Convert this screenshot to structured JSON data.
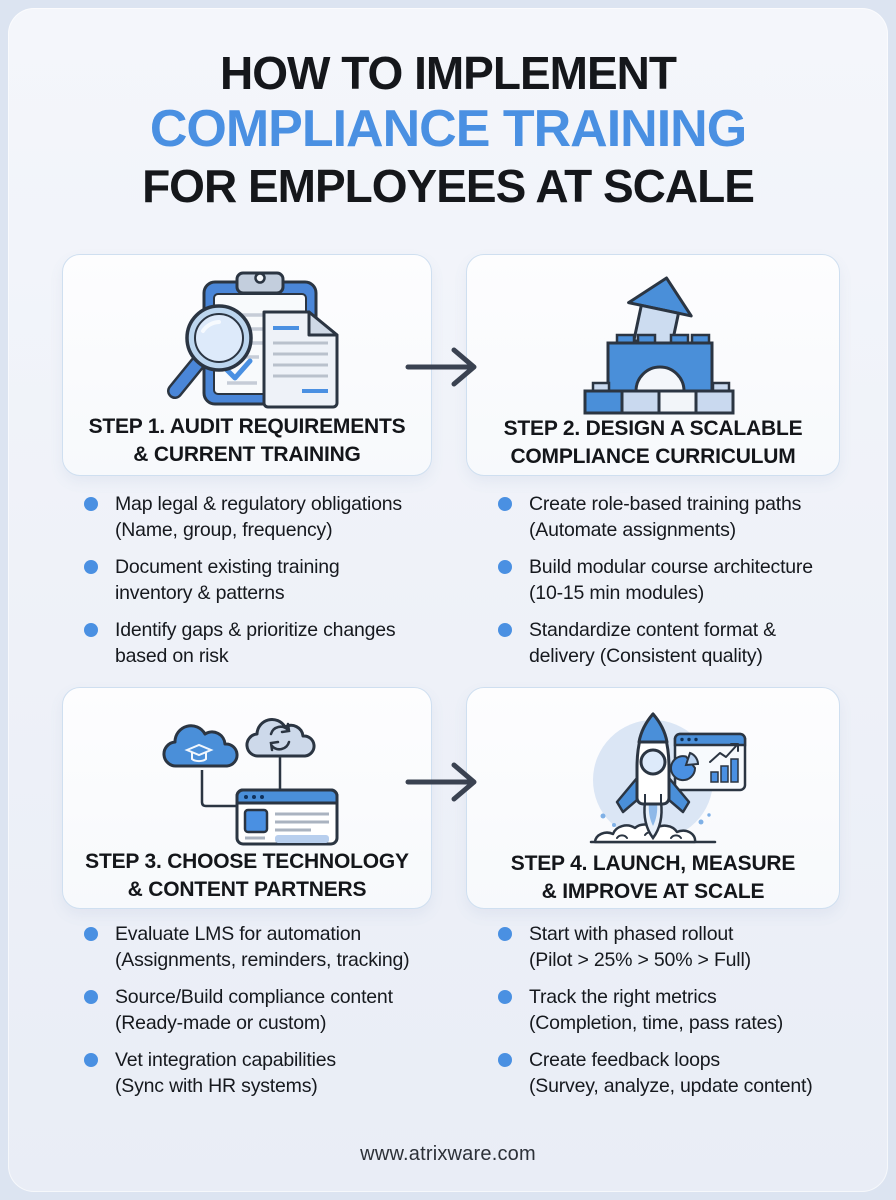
{
  "page": {
    "title_line1": "HOW TO IMPLEMENT",
    "title_line2": "COMPLIANCE TRAINING",
    "title_line3": "FOR EMPLOYEES AT SCALE",
    "footer": "www.atrixware.com"
  },
  "colors": {
    "accent_blue": "#4a90e2",
    "light_blue_fill": "#c9d9ef",
    "outline_dark": "#2b3542",
    "arrow": "#3a4251",
    "title_dark": "#15171b"
  },
  "steps": [
    {
      "icon": "audit-magnifier-clipboard-icon",
      "title_line1": "STEP 1. AUDIT REQUIREMENTS",
      "title_line2": "& CURRENT TRAINING",
      "bullets": [
        {
          "line1": "Map legal & regulatory obligations",
          "line2": "(Name, group, frequency)"
        },
        {
          "line1": "Document existing training",
          "line2": "inventory & patterns"
        },
        {
          "line1": "Identify gaps & prioritize changes",
          "line2": "based on risk"
        }
      ]
    },
    {
      "icon": "building-blocks-icon",
      "title_line1": "STEP 2. DESIGN A SCALABLE",
      "title_line2": "COMPLIANCE CURRICULUM",
      "bullets": [
        {
          "line1": "Create role-based training paths",
          "line2": "(Automate assignments)"
        },
        {
          "line1": "Build modular course architecture",
          "line2": "(10-15 min modules)"
        },
        {
          "line1": "Standardize content format &",
          "line2": "delivery (Consistent quality)"
        }
      ]
    },
    {
      "icon": "cloud-sync-browser-icon",
      "title_line1": "STEP 3. CHOOSE TECHNOLOGY",
      "title_line2": "& CONTENT PARTNERS",
      "bullets": [
        {
          "line1": "Evaluate LMS for automation",
          "line2": "(Assignments, reminders, tracking)"
        },
        {
          "line1": "Source/Build compliance content",
          "line2": "(Ready-made or custom)"
        },
        {
          "line1": "Vet integration capabilities",
          "line2": "(Sync with HR systems)"
        }
      ]
    },
    {
      "icon": "rocket-launch-analytics-icon",
      "title_line1": "STEP 4. LAUNCH, MEASURE",
      "title_line2": "& IMPROVE AT SCALE",
      "bullets": [
        {
          "line1": "Start with phased rollout",
          "line2": "(Pilot > 25% > 50% > Full)"
        },
        {
          "line1": "Track the right metrics",
          "line2": "(Completion, time, pass rates)"
        },
        {
          "line1": "Create feedback loops",
          "line2": "(Survey, analyze, update content)"
        }
      ]
    }
  ]
}
